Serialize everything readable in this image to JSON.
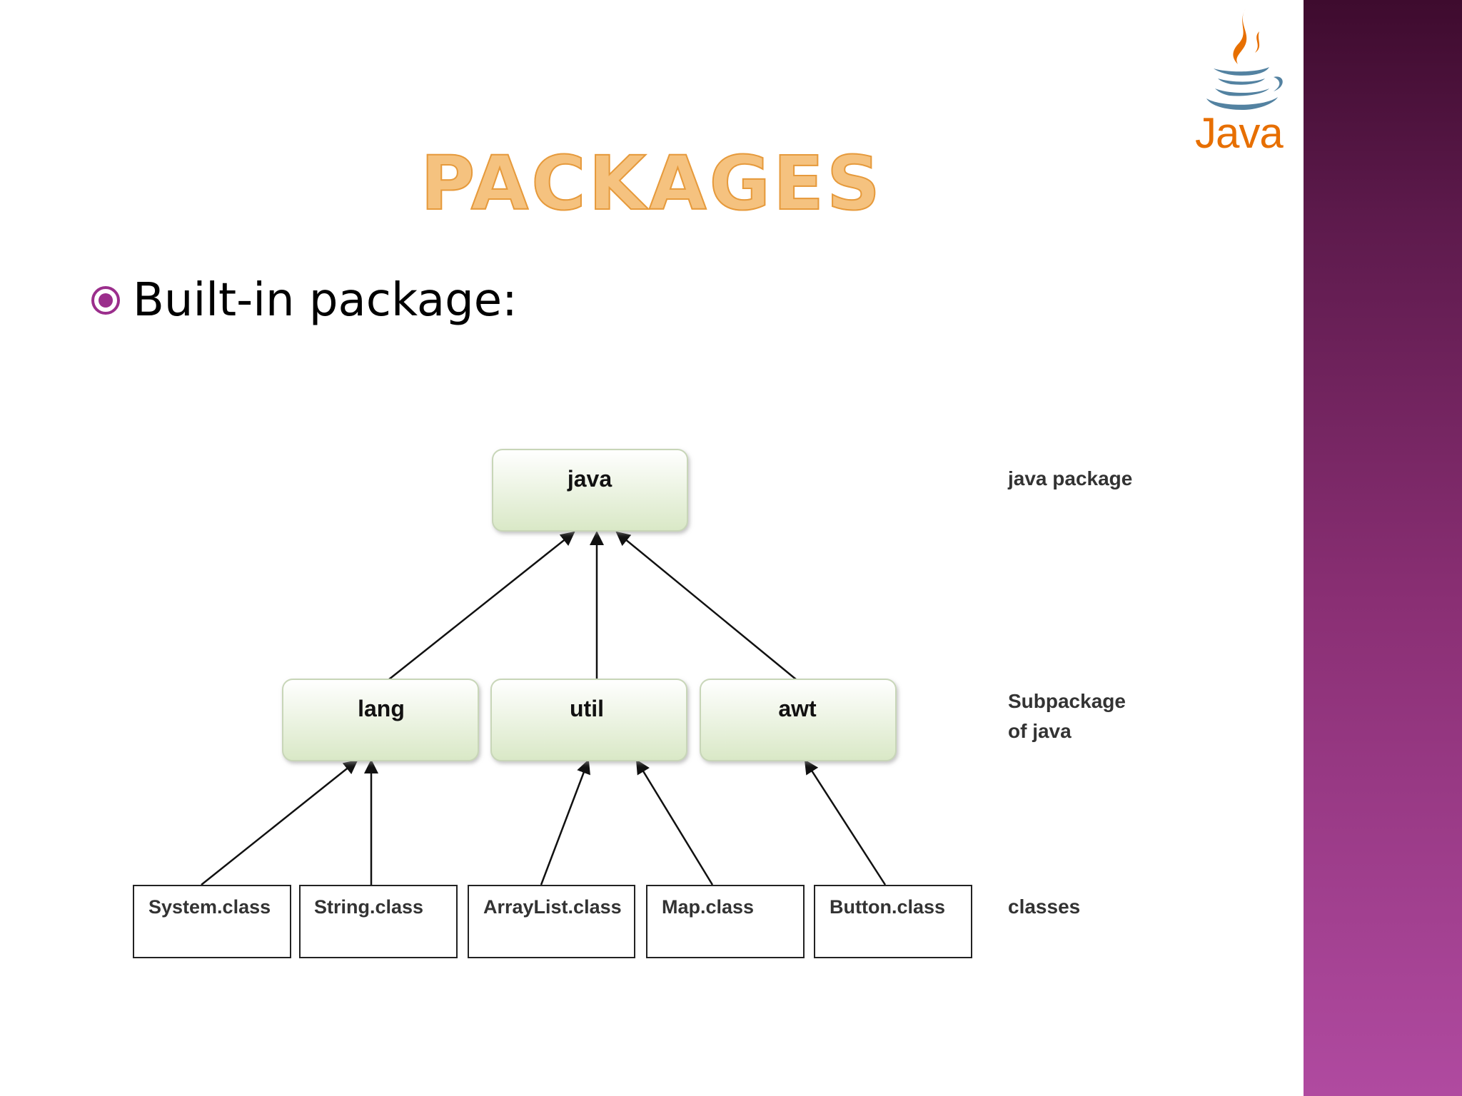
{
  "slide": {
    "title": "PACKAGES",
    "bullet": "Built-in package:",
    "logo_text": "Java"
  },
  "diagram": {
    "root": {
      "label": "java"
    },
    "subpackages": [
      {
        "label": "lang"
      },
      {
        "label": "util"
      },
      {
        "label": "awt"
      }
    ],
    "classes": [
      {
        "label": "System.class",
        "parent": "lang"
      },
      {
        "label": "String.class",
        "parent": "lang"
      },
      {
        "label": "ArrayList.class",
        "parent": "util"
      },
      {
        "label": "Map.class",
        "parent": "util"
      },
      {
        "label": "Button.class",
        "parent": "awt"
      }
    ],
    "level_labels": {
      "root": "java package",
      "subpackage_line1": "Subpackage",
      "subpackage_line2": "of java",
      "classes": "classes"
    }
  },
  "colors": {
    "title_outline": "#e69a3c",
    "title_fill": "#f5b560",
    "sidebar_top": "#3e0b2e",
    "sidebar_bottom": "#b04aa0",
    "node_fill_top": "#ffffff",
    "node_fill_bottom": "#d9e8c6",
    "bullet": "#9b2e8c",
    "java_logo": "#e76f00"
  }
}
